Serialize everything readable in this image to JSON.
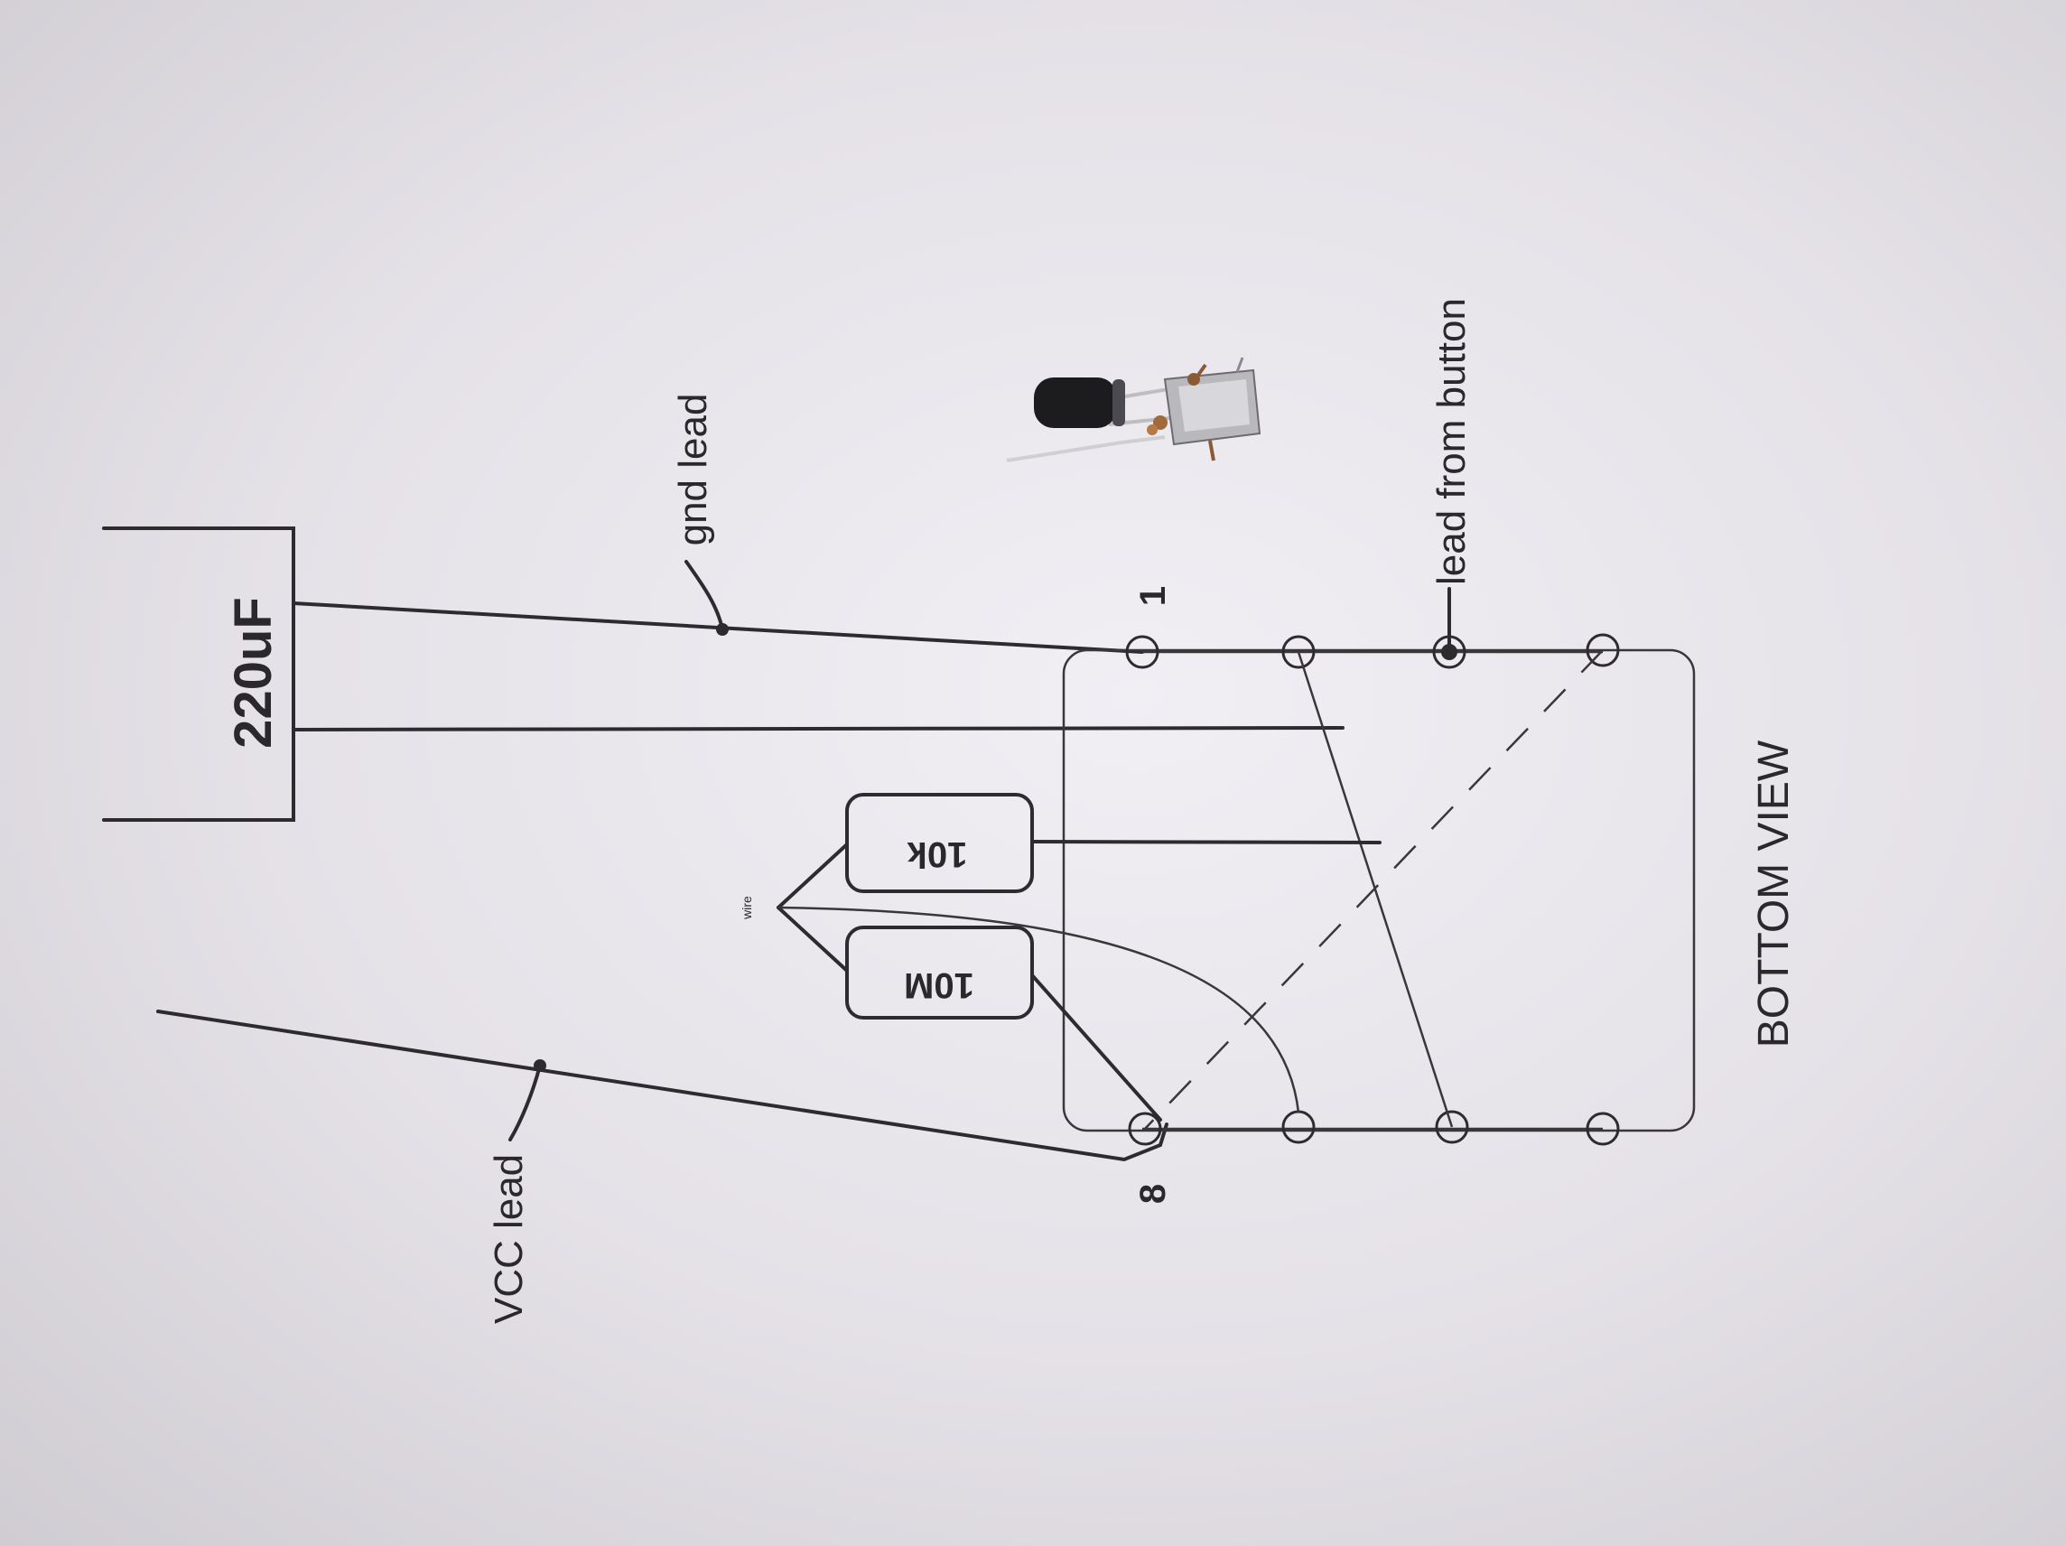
{
  "diagram": {
    "capacitor_label": "220uF",
    "gnd_label": "gnd lead",
    "vcc_label": "VCC lead",
    "button_label": "lead from button",
    "pin1_label": "1",
    "pin8_label": "8",
    "resistor_10k_label": "10k",
    "resistor_10m_label": "10M",
    "touch_wire_label": "wire",
    "view_label": "BOTTOM VIEW"
  },
  "colors": {
    "paper": "#e9e7ec",
    "ink": "#2e2b2e",
    "capacitor_body": "#1c1b1e",
    "solder": "#b8b8bd"
  }
}
